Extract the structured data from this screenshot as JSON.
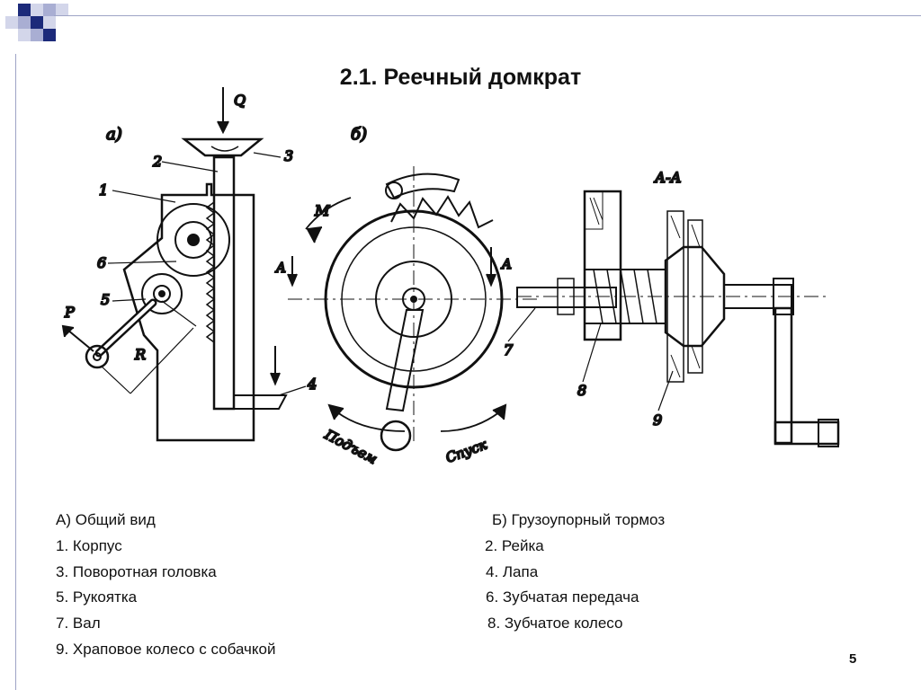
{
  "slide": {
    "title": "2.1. Реечный домкрат",
    "page_number": "5"
  },
  "figure": {
    "labels": {
      "view_a": "а)",
      "view_b": "б)",
      "section": "А-А",
      "load": "Q",
      "force": "P",
      "radius": "R",
      "moment": "M",
      "axis_left": "A",
      "axis_right": "A",
      "lift": "Подъем",
      "lower": "Спуск",
      "n1": "1",
      "n2": "2",
      "n3": "3",
      "n4": "4",
      "n5": "5",
      "n6": "6",
      "n7": "7",
      "n8": "8",
      "n9": "9"
    }
  },
  "legend": {
    "rows": [
      {
        "left": "А) Общий вид",
        "right": "Б) Грузоупорный тормоз"
      },
      {
        "left": "1. Корпус",
        "right": "2. Рейка"
      },
      {
        "left": "3. Поворотная головка",
        "right": "4. Лапа"
      },
      {
        "left": "5. Рукоятка",
        "right": "6. Зубчатая передача"
      },
      {
        "left": "7. Вал",
        "right": "8. Зубчатое колесо"
      },
      {
        "left": "9. Храповое колесо с собачкой",
        "right": ""
      }
    ]
  },
  "colors": {
    "decor_navy": "#1c2a7a",
    "decor_lavender": "#a9aed3",
    "decor_light": "#d3d6ea"
  }
}
